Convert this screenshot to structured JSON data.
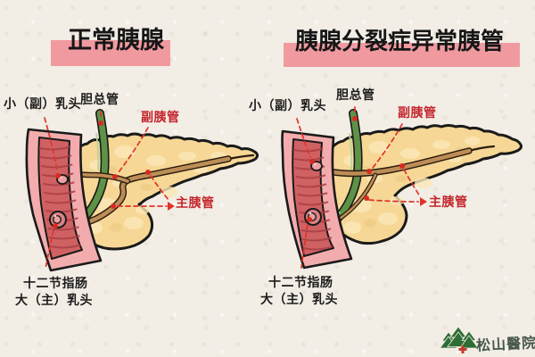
{
  "panels": {
    "left": {
      "title": "正常胰腺",
      "labels": {
        "minor_papilla": "小（副）乳头",
        "bile_duct": "胆总管",
        "accessory_duct": "副胰管",
        "main_duct": "主胰管",
        "duodenum": "十二节指肠",
        "major_papilla": "大（主）乳头"
      }
    },
    "right": {
      "title": "胰腺分裂症异常胰管",
      "labels": {
        "minor_papilla": "小（副）乳头",
        "bile_duct": "胆总管",
        "accessory_duct": "副胰管",
        "main_duct": "主胰管",
        "duodenum": "十二节指肠",
        "major_papilla": "大（主）乳头"
      }
    }
  },
  "logo": {
    "text": "松山醫院",
    "icon": "pine-trees-red-cross-icon"
  },
  "colors": {
    "background": "#f2ede5",
    "title_highlight": "#f09aa0",
    "title_text": "#161616",
    "annotation_red": "#e03328",
    "label_red": "#c4242b",
    "label_black": "#1c1c1c",
    "pancreas_yellow": "#f6d795",
    "pancreas_outline": "#1a1a1a",
    "bile_duct_green": "#5e9247",
    "pancreatic_duct_brown": "#bd8d57",
    "duodenum_outer_pink": "#f3acad",
    "duodenum_inner_red": "#d06163",
    "logo_green": "#2e6e35",
    "logo_cross_red": "#c43b2e"
  }
}
